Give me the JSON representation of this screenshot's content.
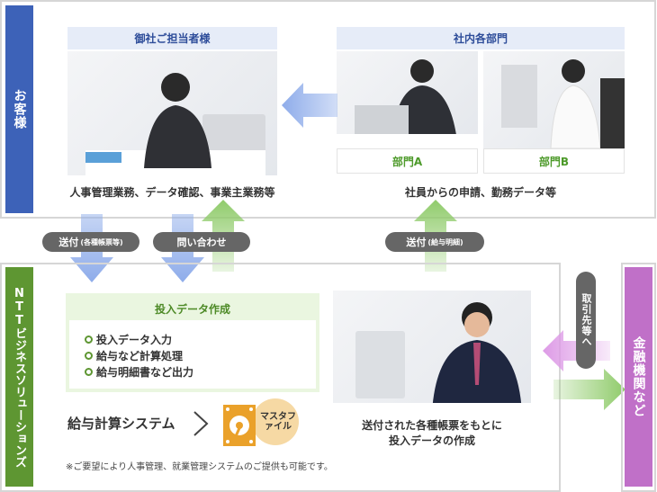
{
  "customer": {
    "label": "お客様",
    "contact_header": "御社ご担当者様",
    "contact_caption": "人事管理業務、データ確認、事業主業務等",
    "dept_header": "社内各部門",
    "dept_a": "部門A",
    "dept_b": "部門B",
    "dept_caption": "社員からの申請、勤務データ等"
  },
  "flows": {
    "send_docs": "送付",
    "send_docs_sub": "(各種帳票等)",
    "inquiry": "問い合わせ",
    "send_payslip": "送付",
    "send_payslip_sub": "(給与明細)",
    "to_clients": "取引先等へ"
  },
  "ntt": {
    "label": "NTTビジネスソリューションズ",
    "input_header": "投入データ作成",
    "items": [
      "投入データ入力",
      "給与など計算処理",
      "給与明細書など出力"
    ],
    "system": "給与計算システム",
    "master_file": "マスタファイル",
    "note": "※ご要望により人事管理、就業管理システムのご提供も可能です。",
    "photo_caption_1": "送付された各種帳票をもとに",
    "photo_caption_2": "投入データの作成"
  },
  "bank": {
    "label": "金融機関など"
  },
  "colors": {
    "customer": "#3d62b8",
    "ntt": "#5e9632",
    "bank": "#c070c8",
    "blue_arrow": "#8eacea",
    "green_arrow": "#8fcb6a",
    "pink_arrow": "#dd9ae6"
  }
}
